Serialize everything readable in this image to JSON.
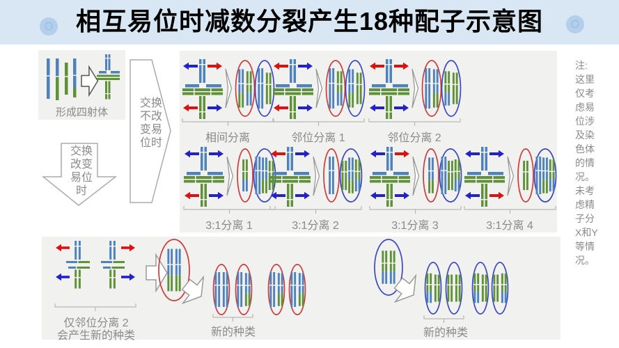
{
  "header": {
    "title": "相互易位时减数分裂产生18种配子示意图"
  },
  "colors": {
    "header_bg": "#d9e7f5",
    "panel_bg": "#f1f1ef",
    "chromosome_blue": "#4f81bd",
    "chromosome_green": "#5f9138",
    "arrow_red": "#e11010",
    "arrow_blue": "#2121cd",
    "ellipse_red": "#cf3a3a",
    "ellipse_blue": "#3947c4",
    "label_gray": "#8a8a8a"
  },
  "left": {
    "formation_label": "形成四射体",
    "formation_chromosomes": [
      "blue",
      "blue-green",
      "green",
      "blue-green"
    ],
    "arrow_right_text": "交换\n不改\n变易\n位时",
    "arrow_down_text": "交换\n改变\n易位\n时"
  },
  "figures": {
    "row1": [
      {
        "label": "相间分离",
        "arrows": {
          "top_left": "blue",
          "top_right": "red",
          "bottom_left": "red",
          "bottom_right": "blue"
        },
        "red_ellipse": [
          "blue-green",
          "green-blue"
        ],
        "blue_ellipse": [
          "blue",
          "green"
        ]
      },
      {
        "label": "邻位分离 1",
        "arrows": {
          "top_left": "red",
          "top_right": "blue",
          "bottom_left": "red",
          "bottom_right": "blue"
        },
        "red_ellipse": [
          "blue",
          "green-blue"
        ],
        "blue_ellipse": [
          "blue-green",
          "green"
        ]
      },
      {
        "label": "邻位分离 2",
        "arrows": {
          "top_left": "red",
          "top_right": "red",
          "bottom_left": "blue",
          "bottom_right": "blue"
        },
        "red_ellipse": [
          "blue",
          "blue-green"
        ],
        "blue_ellipse": [
          "green-blue",
          "green"
        ]
      }
    ],
    "row2": [
      {
        "label": "3:1分离 1",
        "arrows": {
          "top_left": "blue",
          "top_right": "blue",
          "bottom_left": "red",
          "bottom_right": "blue"
        },
        "red_ellipse": [
          "green-blue"
        ],
        "blue_ellipse": [
          "blue",
          "blue-green",
          "green"
        ]
      },
      {
        "label": "3:1分离 2",
        "arrows": {
          "top_left": "red",
          "top_right": "blue",
          "bottom_left": "blue",
          "bottom_right": "blue"
        },
        "red_ellipse": [
          "blue"
        ],
        "blue_ellipse": [
          "green",
          "blue-green",
          "green-blue"
        ]
      },
      {
        "label": "3:1分离 3",
        "arrows": {
          "top_left": "blue",
          "top_right": "red",
          "bottom_left": "blue",
          "bottom_right": "blue"
        },
        "red_ellipse": [
          "blue-green"
        ],
        "blue_ellipse": [
          "blue",
          "green",
          "green-blue"
        ]
      },
      {
        "label": "3:1分离 4",
        "arrows": {
          "top_left": "blue",
          "top_right": "blue",
          "bottom_left": "blue",
          "bottom_right": "red"
        },
        "red_ellipse": [
          "green"
        ],
        "blue_ellipse": [
          "blue",
          "blue-green",
          "green-blue"
        ]
      }
    ]
  },
  "bottom": {
    "source_label_line1": "仅邻位分离 2",
    "source_label_line2": "会产生新的种类",
    "t_arrows": {
      "left_top": "red",
      "left_bottom": "blue",
      "right_top": "red",
      "right_bottom": "blue"
    },
    "red_big_ellipse": [
      "blue-green",
      "blue-green"
    ],
    "blue_big_ellipse": [
      "green-blue",
      "green-blue"
    ],
    "red_group": [
      [
        "blue",
        "blue"
      ],
      [
        "blue",
        "blue-green"
      ],
      [
        "blue",
        "blue-green"
      ],
      [
        "blue",
        "blue-green"
      ]
    ],
    "blue_group": [
      [
        "green-blue",
        "green"
      ],
      [
        "green",
        "green"
      ],
      [
        "green-blue",
        "green"
      ],
      [
        "green",
        "green-blue"
      ]
    ],
    "red_group_label": "新的种类",
    "blue_group_label": "新的种类"
  },
  "note": "注:\n这里\n仅考\n虑易\n位涉\n及染\n色体\n的情\n况。\n未考\n虑精\n子分\nX和Y\n等情\n况。"
}
